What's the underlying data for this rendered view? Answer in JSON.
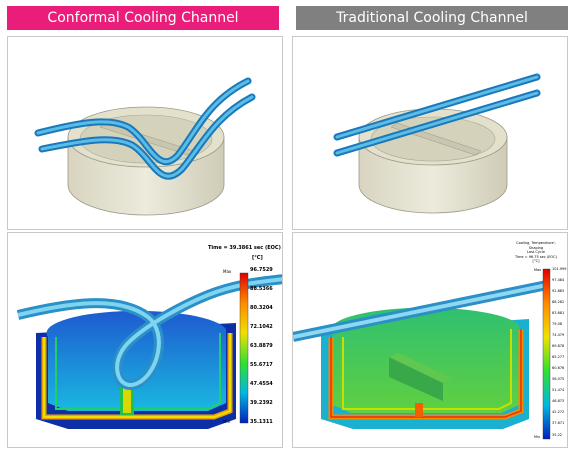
{
  "colors": {
    "left_header_bg": "#ea1e7a",
    "right_header_bg": "#808080"
  },
  "headers": {
    "left": "Conformal Cooling Channel",
    "right": "Traditional Cooling Channel"
  },
  "left_result": {
    "time": "Time = 39.3861 sec (EOC)",
    "unit": "[°C]",
    "max_label": "Max",
    "min_label": "Min",
    "ticks": [
      "96.7529",
      "88.5366",
      "80.3204",
      "72.1042",
      "63.8879",
      "55.6717",
      "47.4554",
      "39.2392",
      "35.1311"
    ]
  },
  "right_result": {
    "title_line1": "Cooling, Temperature'-Shaping",
    "title_line2": "Last Cycle",
    "time": "Time = 96.75 sec (EOC)",
    "unit": "[°C]",
    "max_label": "Max",
    "min_label": "Min",
    "ticks": [
      "101.999",
      "97.484",
      "92.883",
      "88.282",
      "83.681",
      "79.08",
      "74.479",
      "69.878",
      "65.277",
      "60.676",
      "56.075",
      "51.474",
      "46.873",
      "42.272",
      "37.671",
      "35.22"
    ]
  }
}
